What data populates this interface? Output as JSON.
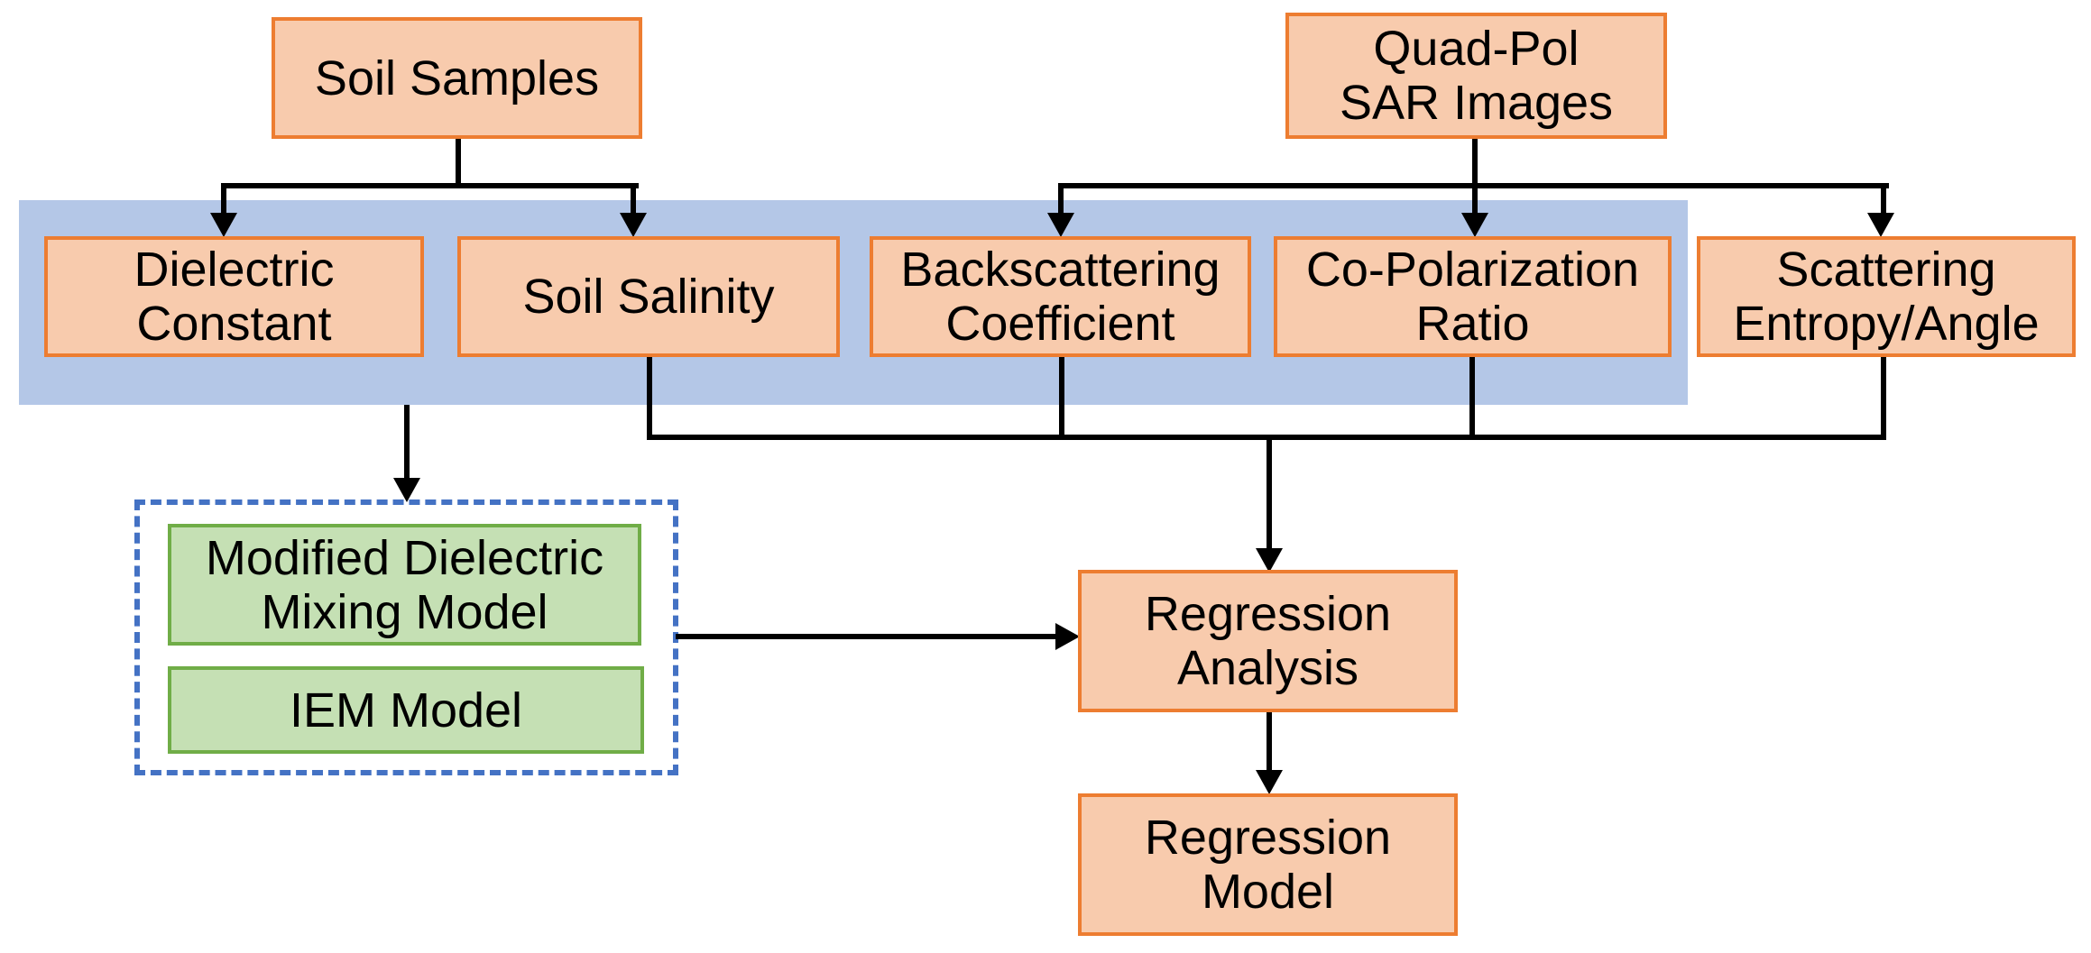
{
  "diagram": {
    "type": "flowchart",
    "colors": {
      "process_fill": "#F8CBAD",
      "process_border": "#ED7D31",
      "model_fill": "#C5E0B4",
      "model_border": "#70AD47",
      "highlight_band": "#B4C7E7",
      "group_border": "#4472C4",
      "connector": "#000000",
      "text": "#000000",
      "background": "#FFFFFF"
    },
    "nodes": {
      "soil_samples": {
        "label": "Soil Samples"
      },
      "quad_pol_sar": {
        "label": "Quad-Pol\nSAR Images"
      },
      "dielectric_constant": {
        "label": "Dielectric\nConstant"
      },
      "soil_salinity": {
        "label": "Soil Salinity"
      },
      "backscattering_coefficient": {
        "label": "Backscattering\nCoefficient"
      },
      "co_polarization_ratio": {
        "label": "Co-Polarization\nRatio"
      },
      "scattering_entropy_angle": {
        "label": "Scattering\nEntropy/Angle"
      },
      "mixing_model": {
        "label": "Modified Dielectric\nMixing Model"
      },
      "iem_model": {
        "label": "IEM Model"
      },
      "regression_analysis": {
        "label": "Regression\nAnalysis"
      },
      "regression_model": {
        "label": "Regression\nModel"
      }
    }
  }
}
